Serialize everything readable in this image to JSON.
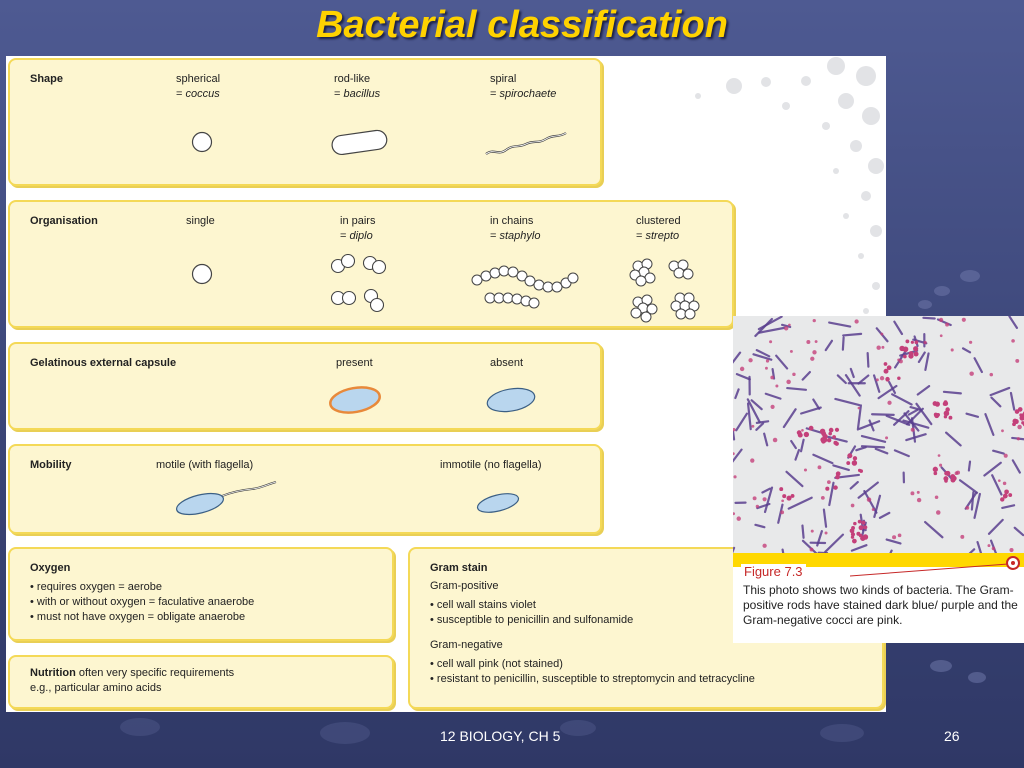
{
  "slide": {
    "title": "Bacterial classification",
    "footer_center": "12 BIOLOGY, CH 5",
    "page_number": "26"
  },
  "shape_box": {
    "heading": "Shape",
    "items": [
      {
        "line1": "spherical",
        "line2_prefix": "= ",
        "line2_term": "coccus"
      },
      {
        "line1": "rod-like",
        "line2_prefix": "= ",
        "line2_term": "bacillus"
      },
      {
        "line1": "spiral",
        "line2_prefix": "= ",
        "line2_term": "spirochaete"
      }
    ]
  },
  "organisation_box": {
    "heading": "Organisation",
    "items": [
      {
        "line1": "single",
        "line2_prefix": "",
        "line2_term": ""
      },
      {
        "line1": "in pairs",
        "line2_prefix": "= ",
        "line2_term": "diplo"
      },
      {
        "line1": "in chains",
        "line2_prefix": "= ",
        "line2_term": "staphylo"
      },
      {
        "line1": "clustered",
        "line2_prefix": "= ",
        "line2_term": "strepto"
      }
    ]
  },
  "capsule_box": {
    "heading": "Gelatinous external capsule",
    "present": "present",
    "absent": "absent"
  },
  "mobility_box": {
    "heading": "Mobility",
    "motile": "motile (with flagella)",
    "immotile": "immotile (no flagella)"
  },
  "oxygen_box": {
    "heading": "Oxygen",
    "lines": [
      "• requires oxygen = aerobe",
      "• with or without oxygen = faculative anaerobe",
      "• must not have oxygen = obligate anaerobe"
    ]
  },
  "nutrition_box": {
    "heading": "Nutrition",
    "text1": " often very specific requirements",
    "text2": "e.g., particular amino acids"
  },
  "gram_box": {
    "heading": "Gram stain",
    "positive_heading": "Gram-positive",
    "positive_lines": [
      "• cell wall stains violet",
      "• susceptible to penicillin and sulfonamide"
    ],
    "negative_heading": "Gram-negative",
    "negative_lines": [
      "• cell wall pink (not stained)",
      "• resistant to penicillin, susceptible to streptomycin and tetracycline"
    ]
  },
  "figure": {
    "label": "Figure 7.3",
    "caption": "This photo shows two kinds of bacteria. The Gram-positive rods have stained dark blue/ purple and the Gram-negative cocci are pink."
  },
  "colors": {
    "title": "#ffd200",
    "box_fill": "#fdf6d0",
    "box_border": "#f4d957",
    "cell_blue": "#b9d6ee",
    "capsule_orange": "#e8893a",
    "rod_purple": "#5a3f8f",
    "coccus_pink": "#c4407a"
  }
}
